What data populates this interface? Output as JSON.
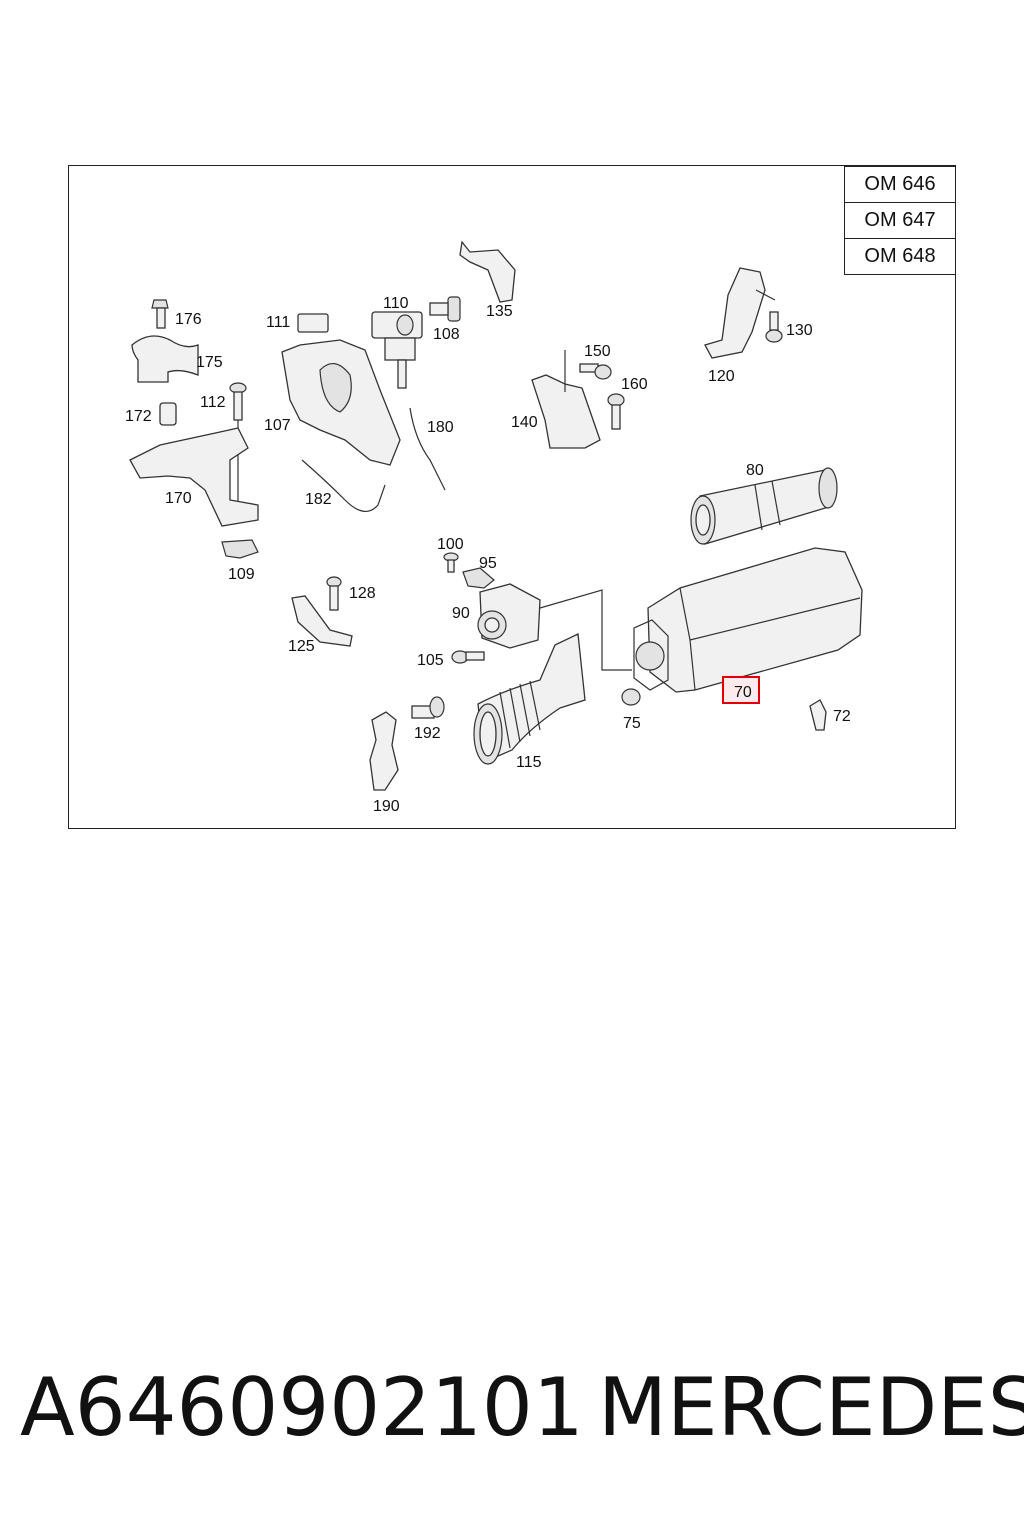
{
  "engine_variants": [
    "OM 646",
    "OM 647",
    "OM 648"
  ],
  "callouts": {
    "c176": "176",
    "c175": "175",
    "c172": "172",
    "c112": "112",
    "c170": "170",
    "c109": "109",
    "c111": "111",
    "c110": "110",
    "c108": "108",
    "c107": "107",
    "c180": "180",
    "c182": "182",
    "c135": "135",
    "c150": "150",
    "c160": "160",
    "c140": "140",
    "c120": "120",
    "c130": "130",
    "c80": "80",
    "c100": "100",
    "c95": "95",
    "c90": "90",
    "c105": "105",
    "c128": "128",
    "c125": "125",
    "c192": "192",
    "c190": "190",
    "c115": "115",
    "c75": "75",
    "c70": "70",
    "c72": "72"
  },
  "highlighted_part": "70",
  "highlight_color": "#e00000",
  "footer": {
    "part_number": "A6460902101",
    "brand": "MERCEDES"
  }
}
